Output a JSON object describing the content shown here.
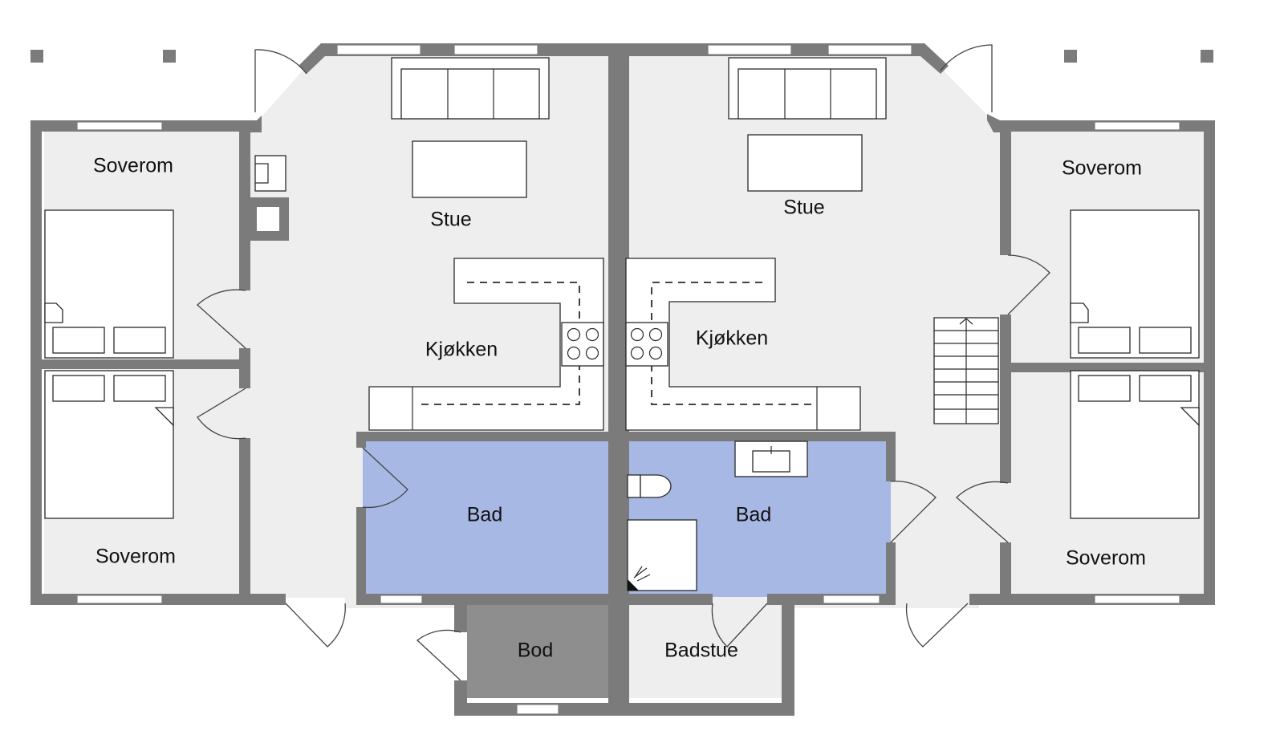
{
  "rooms": {
    "soverom_top_left": "Soverom",
    "soverom_bottom_left": "Soverom",
    "soverom_top_right": "Soverom",
    "soverom_bottom_right": "Soverom",
    "stue_left": "Stue",
    "stue_right": "Stue",
    "kjokken_left": "Kjøkken",
    "kjokken_right": "Kjøkken",
    "bad_left": "Bad",
    "bad_right": "Bad",
    "bod": "Bod",
    "badstue": "Badstue"
  },
  "colors": {
    "wall": "#7b7b7b",
    "floor": "#eeeeee",
    "bathroom": "#a7b8e4",
    "storage": "#8e8e8e",
    "furniture": "#ffffff"
  }
}
